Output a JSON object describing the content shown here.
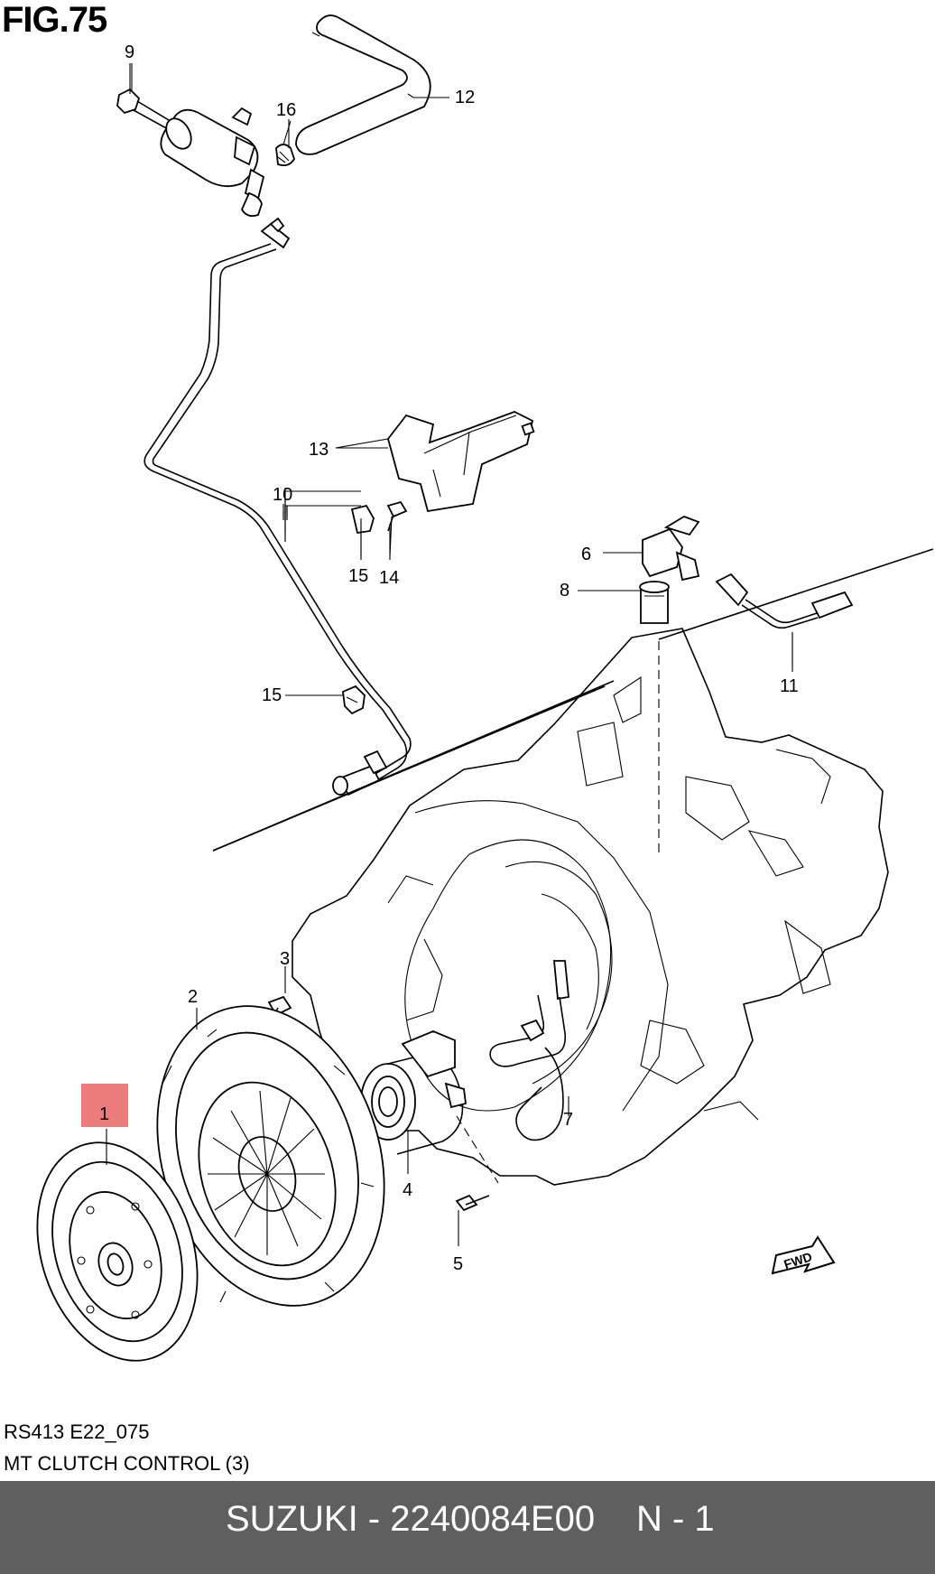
{
  "figure": {
    "title": "FIG.75"
  },
  "callouts": [
    "1",
    "2",
    "3",
    "4",
    "5",
    "6",
    "7",
    "8",
    "9",
    "10",
    "11",
    "12",
    "13",
    "14",
    "15",
    "15",
    "16"
  ],
  "highlighted_callout": "1",
  "fwd_label": "FWD",
  "caption": {
    "code": "RS413 E22_075",
    "description": "MT CLUTCH CONTROL (3)"
  },
  "footer": {
    "part_text": "SUZUKI - 2240084E00",
    "page_text": "N - 1"
  },
  "colors": {
    "highlight": "#ec7c7c",
    "footer_bg": "#5f5f5f",
    "footer_text": "#ffffff"
  }
}
